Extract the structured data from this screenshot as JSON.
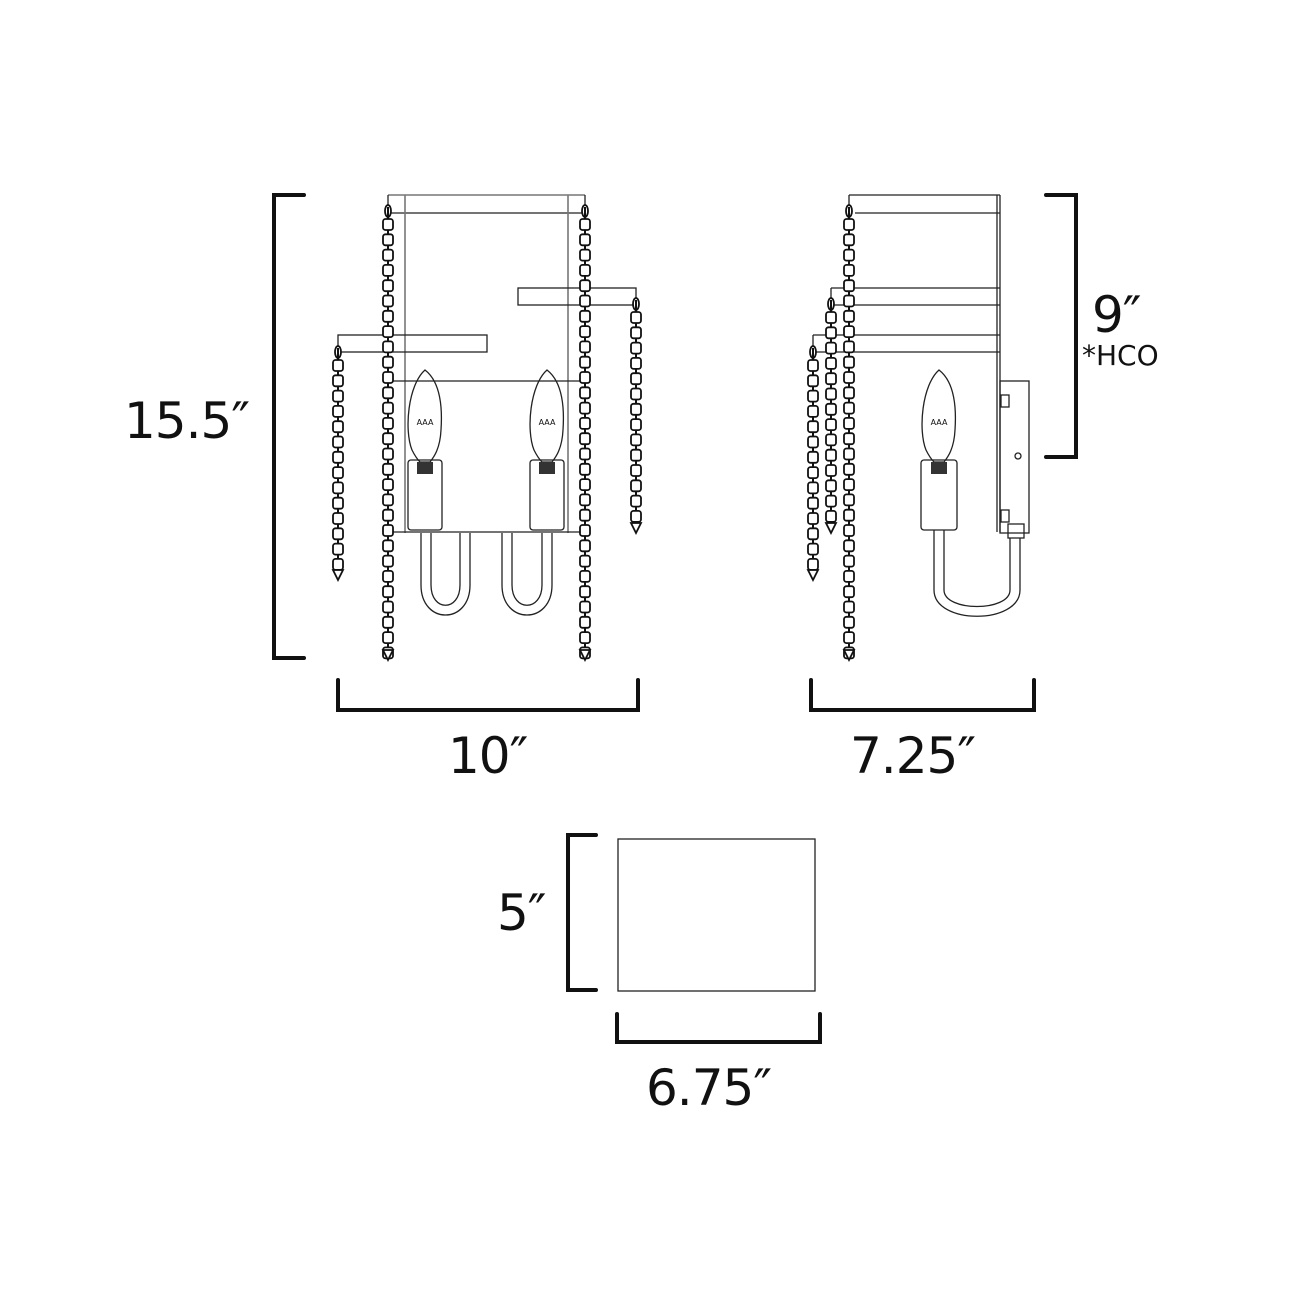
{
  "diagram": {
    "subject": "two-light wall sconce with bead chains",
    "colors": {
      "line": "#222222",
      "dimension": "#111111",
      "background": "#ffffff"
    },
    "front_view": {
      "height_label": "15.5″",
      "width_label": "10″",
      "bulb_marking": "AAA"
    },
    "side_view": {
      "hco_value_label": "9″",
      "hco_note": "*HCO",
      "depth_label": "7.25″",
      "bulb_marking": "AAA"
    },
    "backplate_view": {
      "height_label": "5″",
      "width_label": "6.75″"
    }
  }
}
